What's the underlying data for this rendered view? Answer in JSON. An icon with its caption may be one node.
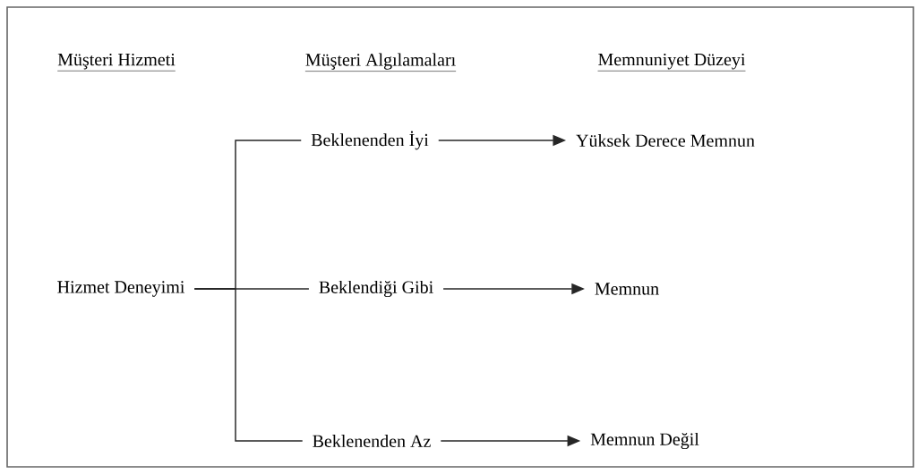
{
  "diagram": {
    "nodes": [
      {
        "text": [
          "Hizmet Deneyimi"
        ]
      },
      {
        "text": [
          "Beklenenden İyi"
        ]
      },
      {
        "text": [
          "Beklendiği Gibi"
        ]
      },
      {
        "text": [
          "Beklenenden Az"
        ]
      },
      {
        "text": [
          "Yüksek Derece Memnun"
        ]
      },
      {
        "text": [
          "Memnun"
        ]
      },
      {
        "text": [
          "Memnun Değil"
        ]
      }
    ],
    "edges": [
      {
        "from": 0,
        "to": 1,
        "arrow": "none"
      },
      {
        "from": 0,
        "to": 2,
        "arrow": "none"
      },
      {
        "from": 0,
        "to": 3,
        "arrow": "none"
      },
      {
        "from": 1,
        "to": 4,
        "arrow": "to"
      },
      {
        "from": 2,
        "to": 5,
        "arrow": "to"
      },
      {
        "from": 3,
        "to": 6,
        "arrow": "to"
      }
    ],
    "labels": [
      "Müşteri Hizmeti",
      "Müşteri Algılamaları",
      "Memnuniyet Düzeyi"
    ]
  }
}
